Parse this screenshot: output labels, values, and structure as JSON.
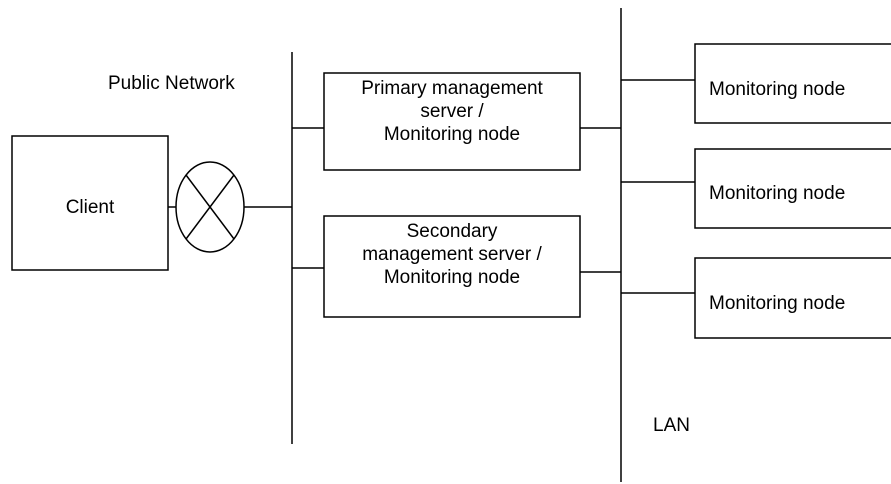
{
  "labels": {
    "public_network": "Public Network",
    "lan": "LAN"
  },
  "boxes": {
    "client": "Client",
    "primary": [
      "Primary management",
      "server /",
      "Monitoring node"
    ],
    "secondary": [
      "Secondary",
      "management server /",
      "Monitoring node"
    ],
    "node1": "Monitoring node",
    "node2": "Monitoring node",
    "node3": "Monitoring node"
  }
}
